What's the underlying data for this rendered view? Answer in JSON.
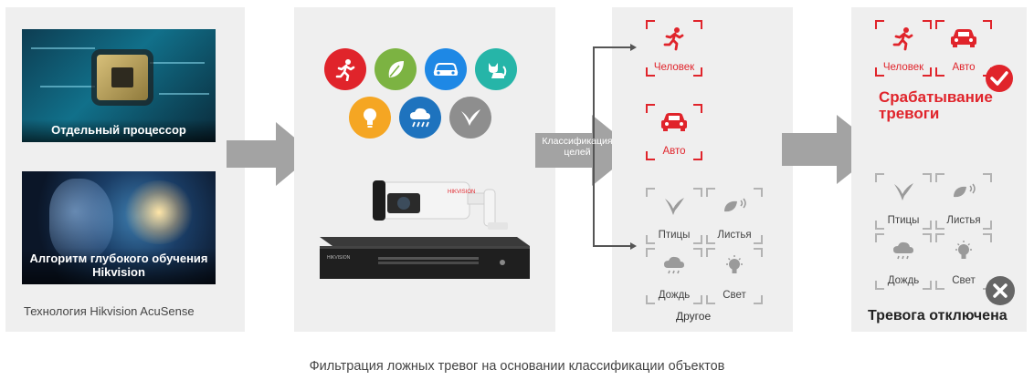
{
  "panel1": {
    "caption_cpu": "Отдельный процессор",
    "caption_dl_line1": "Алгоритм глубокого обучения",
    "caption_dl_line2": "Hikvision",
    "technology": "Технология Hikvision AcuSense"
  },
  "panel2": {
    "icons": [
      {
        "name": "running-person-icon",
        "color": "#e0242b"
      },
      {
        "name": "leaf-icon",
        "color": "#7cb342"
      },
      {
        "name": "car-icon",
        "color": "#1e88e5"
      },
      {
        "name": "cat-icon",
        "color": "#26b5a8"
      },
      {
        "name": "light-bulb-icon",
        "color": "#f5a623"
      },
      {
        "name": "rain-cloud-icon",
        "color": "#1e73be"
      },
      {
        "name": "bird-icon",
        "color": "#8e8e8e"
      }
    ],
    "camera_brand": "HIKVISION"
  },
  "classification": {
    "line1": "Классификация",
    "line2": "целей"
  },
  "panel3": {
    "person": "Человек",
    "car": "Авто",
    "birds": "Птицы",
    "leaves": "Листья",
    "rain": "Дождь",
    "light": "Свет",
    "other": "Другое"
  },
  "panel4": {
    "person": "Человек",
    "car": "Авто",
    "alarm_line1": "Срабатывание",
    "alarm_line2": "тревоги",
    "birds": "Птицы",
    "leaves": "Листья",
    "rain": "Дождь",
    "light": "Свет",
    "alarm_off": "Тревога отключена"
  },
  "colors": {
    "accent_red": "#e0242b",
    "panel_gray": "#efefef",
    "arrow_gray": "#a3a3a3"
  },
  "footer": "Фильтрация ложных тревог на основании классификации объектов"
}
